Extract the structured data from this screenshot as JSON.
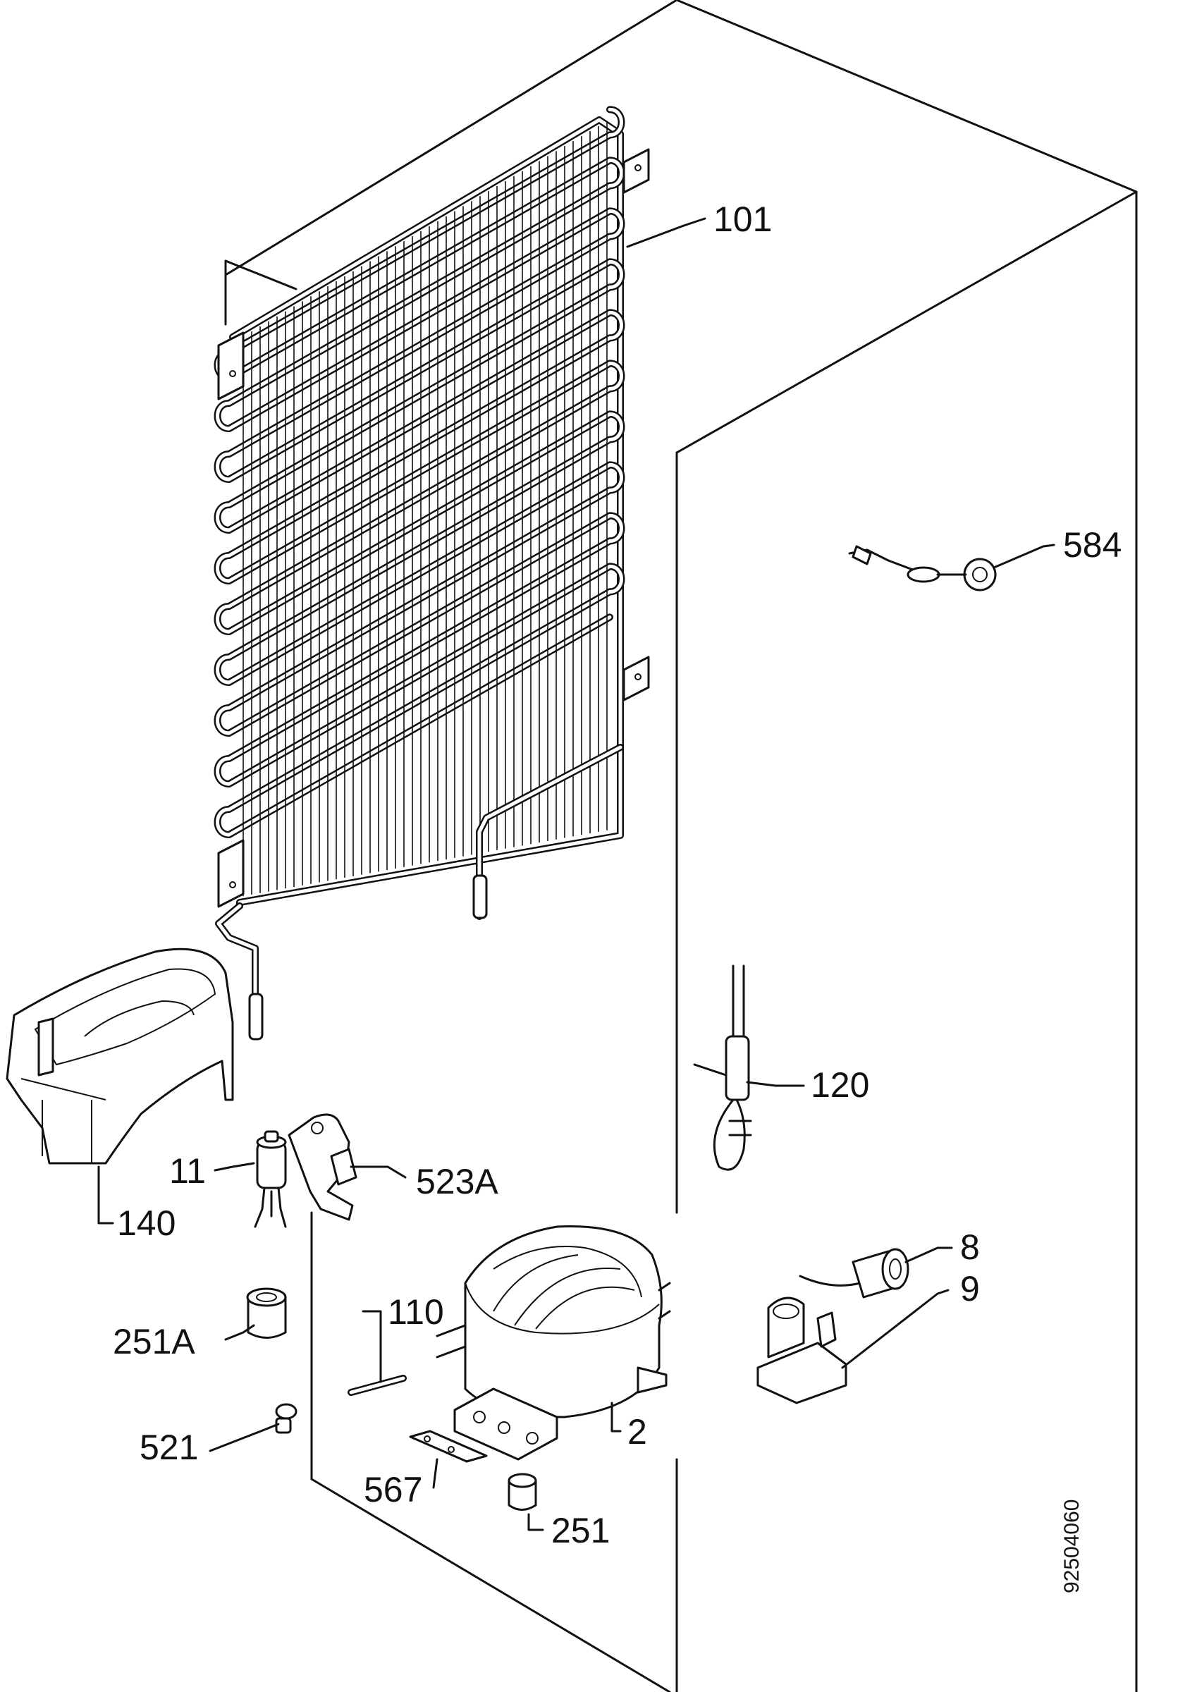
{
  "drawing_number": "92504060",
  "callouts": {
    "p101": "101",
    "p584": "584",
    "p120": "120",
    "p140": "140",
    "p11": "11",
    "p523a": "523A",
    "p8": "8",
    "p9": "9",
    "p110": "110",
    "p251a": "251A",
    "p2": "2",
    "p521": "521",
    "p567": "567",
    "p251": "251"
  },
  "colors": {
    "line": "#111111",
    "background": "#ffffff"
  }
}
